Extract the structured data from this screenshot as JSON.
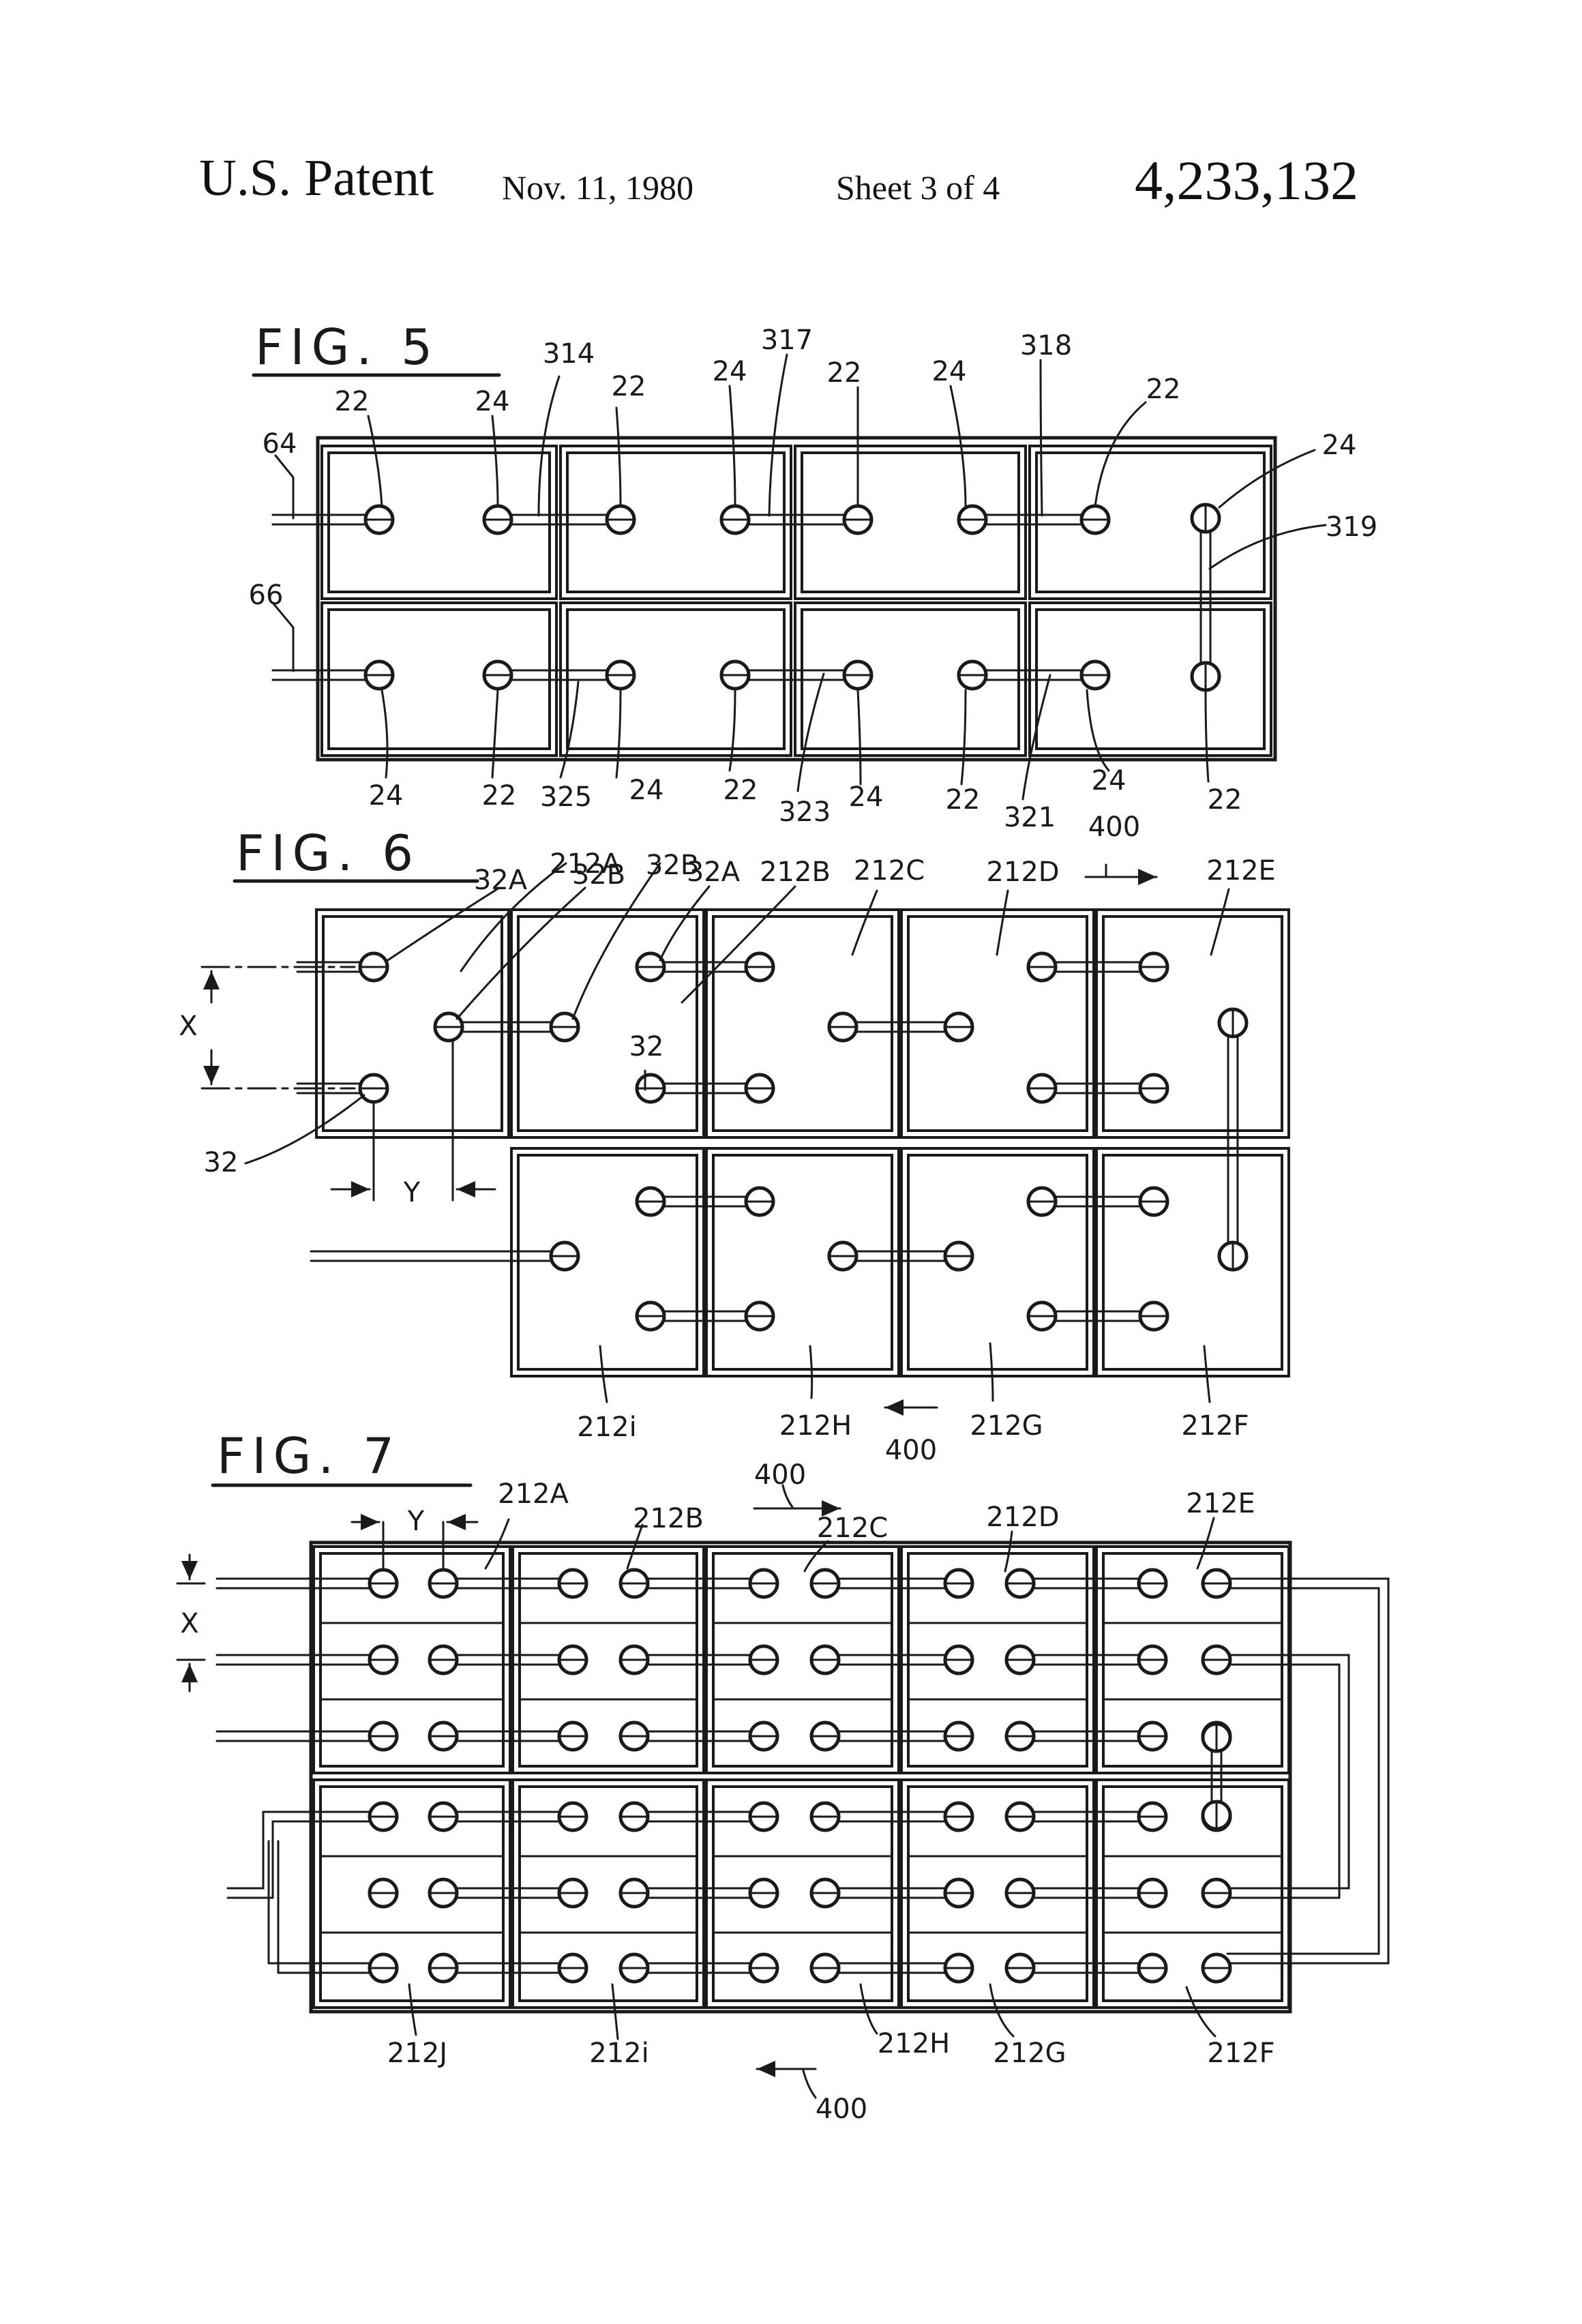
{
  "header": {
    "patent": "U.S. Patent",
    "date": "Nov. 11, 1980",
    "sheet": "Sheet 3 of 4",
    "number": "4,233,132"
  },
  "fig5": {
    "title": "FIG. 5",
    "labels": [
      "22",
      "24",
      "314",
      "22",
      "24",
      "317",
      "22",
      "24",
      "318",
      "22",
      "24",
      "319",
      "64",
      "66",
      "24",
      "22",
      "325",
      "24",
      "22",
      "323",
      "24",
      "22",
      "321",
      "24",
      "22"
    ]
  },
  "fig6": {
    "title": "FIG. 6",
    "labels": [
      "32A",
      "212A",
      "32B",
      "32B",
      "32A",
      "212B",
      "212C",
      "212D",
      "400",
      "212E",
      "X",
      "32",
      "32",
      "Y",
      "212i",
      "212H",
      "400",
      "212G",
      "212F"
    ]
  },
  "fig7": {
    "title": "FIG. 7",
    "labels": [
      "Y",
      "212A",
      "400",
      "212B",
      "212C",
      "212D",
      "212E",
      "X",
      "212J",
      "212i",
      "400",
      "212H",
      "212G",
      "212F"
    ]
  }
}
